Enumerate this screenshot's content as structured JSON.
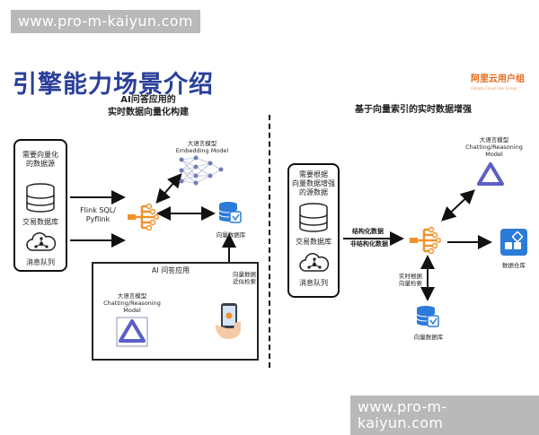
{
  "watermark": {
    "top_text": "www.pro-m-kaiyun.com",
    "bottom_text": "www.pro-m-kaiyun.com"
  },
  "title": "引擎能力场景介绍",
  "logo": {
    "name": "阿里云用户组",
    "sub": "Alibaba Cloud User Group"
  },
  "left": {
    "caption_line1": "AI问答应用的",
    "caption_line2": "实时数据向量化构建",
    "source_box": {
      "label_line1": "需要向量化",
      "label_line2": "的数据源",
      "db_label": "交易数据库",
      "mq_label": "消息队列"
    },
    "flink_line1": "Flink SQL/",
    "flink_line2": "Pyflink",
    "embedding_line1": "大语言模型",
    "embedding_line2": "Embedding Model",
    "vector_db_label": "向量数据库",
    "app_box": {
      "title": "AI 问答应用",
      "llm_line1": "大语言模型",
      "llm_line2": "Chatting/Reasoning",
      "llm_line3": "Model",
      "retrieval_line1": "向量数据",
      "retrieval_line2": "近似检索"
    }
  },
  "right": {
    "caption": "基于向量索引的实时数据增强",
    "source_box": {
      "label_line1": "需要根据",
      "label_line2": "向量数据增强",
      "label_line3": "的源数据",
      "db_label": "交易数据库",
      "mq_label": "消息队列"
    },
    "structured": "结构化数据",
    "unstructured": "非结构化数据",
    "llm_line1": "大语言模型",
    "llm_line2": "Chatting/Reasoning",
    "llm_line3": "Model",
    "warehouse_label": "数据仓库",
    "realtime_line1": "实时根据",
    "realtime_line2": "向量检索",
    "vector_db_label": "向量数据库"
  },
  "colors": {
    "title": "#2a3f9a",
    "accent_orange": "#f0922b",
    "accent_blue": "#2b7bd8",
    "logo": "#e46a1a",
    "watermark_bg": "#b9b9b9"
  },
  "icons": [
    "database-icon",
    "message-queue-icon",
    "flink-engine-icon",
    "neural-network-icon",
    "vector-db-icon",
    "llm-logo-icon",
    "phone-hand-icon",
    "data-warehouse-icon"
  ]
}
